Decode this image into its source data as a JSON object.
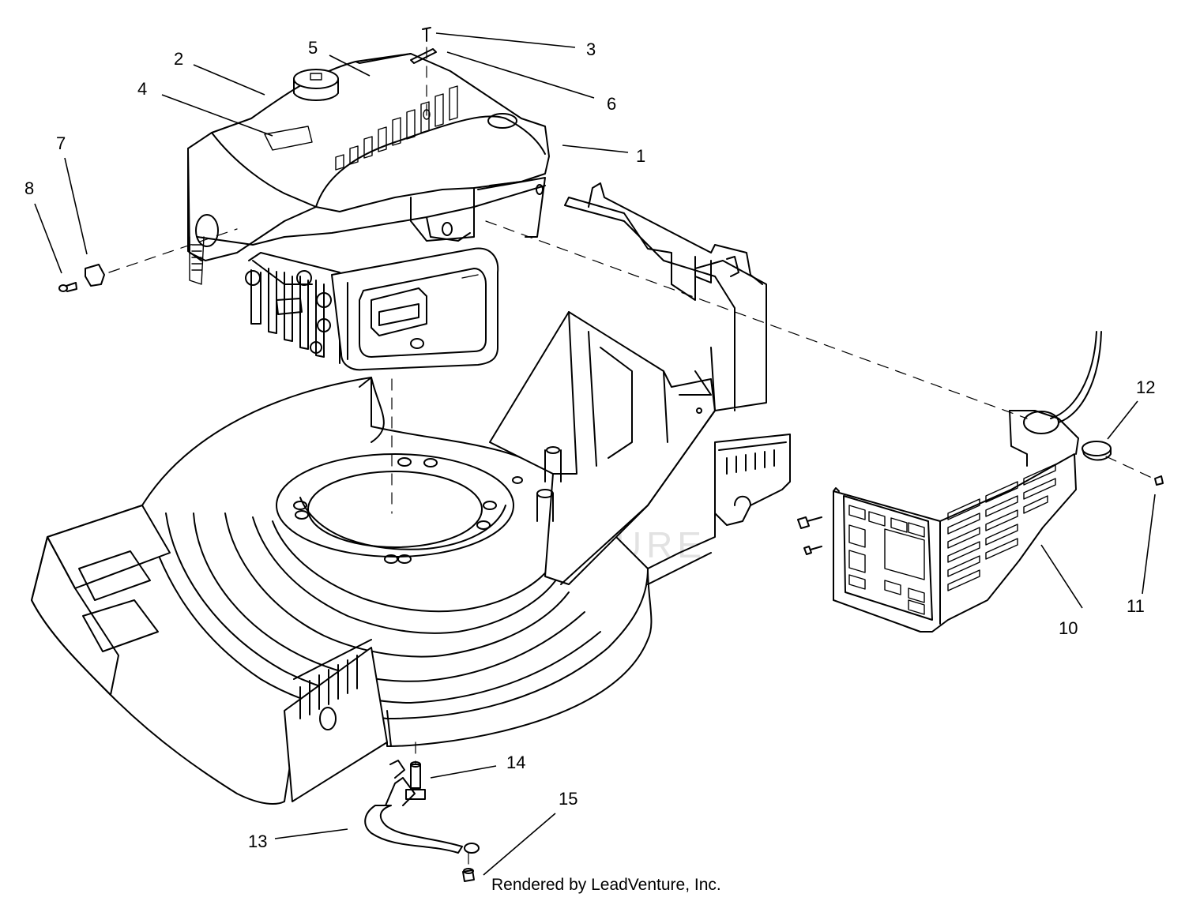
{
  "callouts": [
    {
      "id": "1",
      "label": "1"
    },
    {
      "id": "2",
      "label": "2"
    },
    {
      "id": "3",
      "label": "3"
    },
    {
      "id": "4",
      "label": "4"
    },
    {
      "id": "5",
      "label": "5"
    },
    {
      "id": "6",
      "label": "6"
    },
    {
      "id": "7",
      "label": "7"
    },
    {
      "id": "8",
      "label": "8"
    },
    {
      "id": "10",
      "label": "10"
    },
    {
      "id": "11",
      "label": "11"
    },
    {
      "id": "12",
      "label": "12"
    },
    {
      "id": "13",
      "label": "13"
    },
    {
      "id": "14",
      "label": "14"
    },
    {
      "id": "15",
      "label": "15"
    }
  ],
  "watermark": "LEADVENTURE",
  "credit": "Rendered by LeadVenture, Inc.",
  "colors": {
    "line": "#000000",
    "background": "#ffffff",
    "watermark": "#cfcfcf"
  }
}
